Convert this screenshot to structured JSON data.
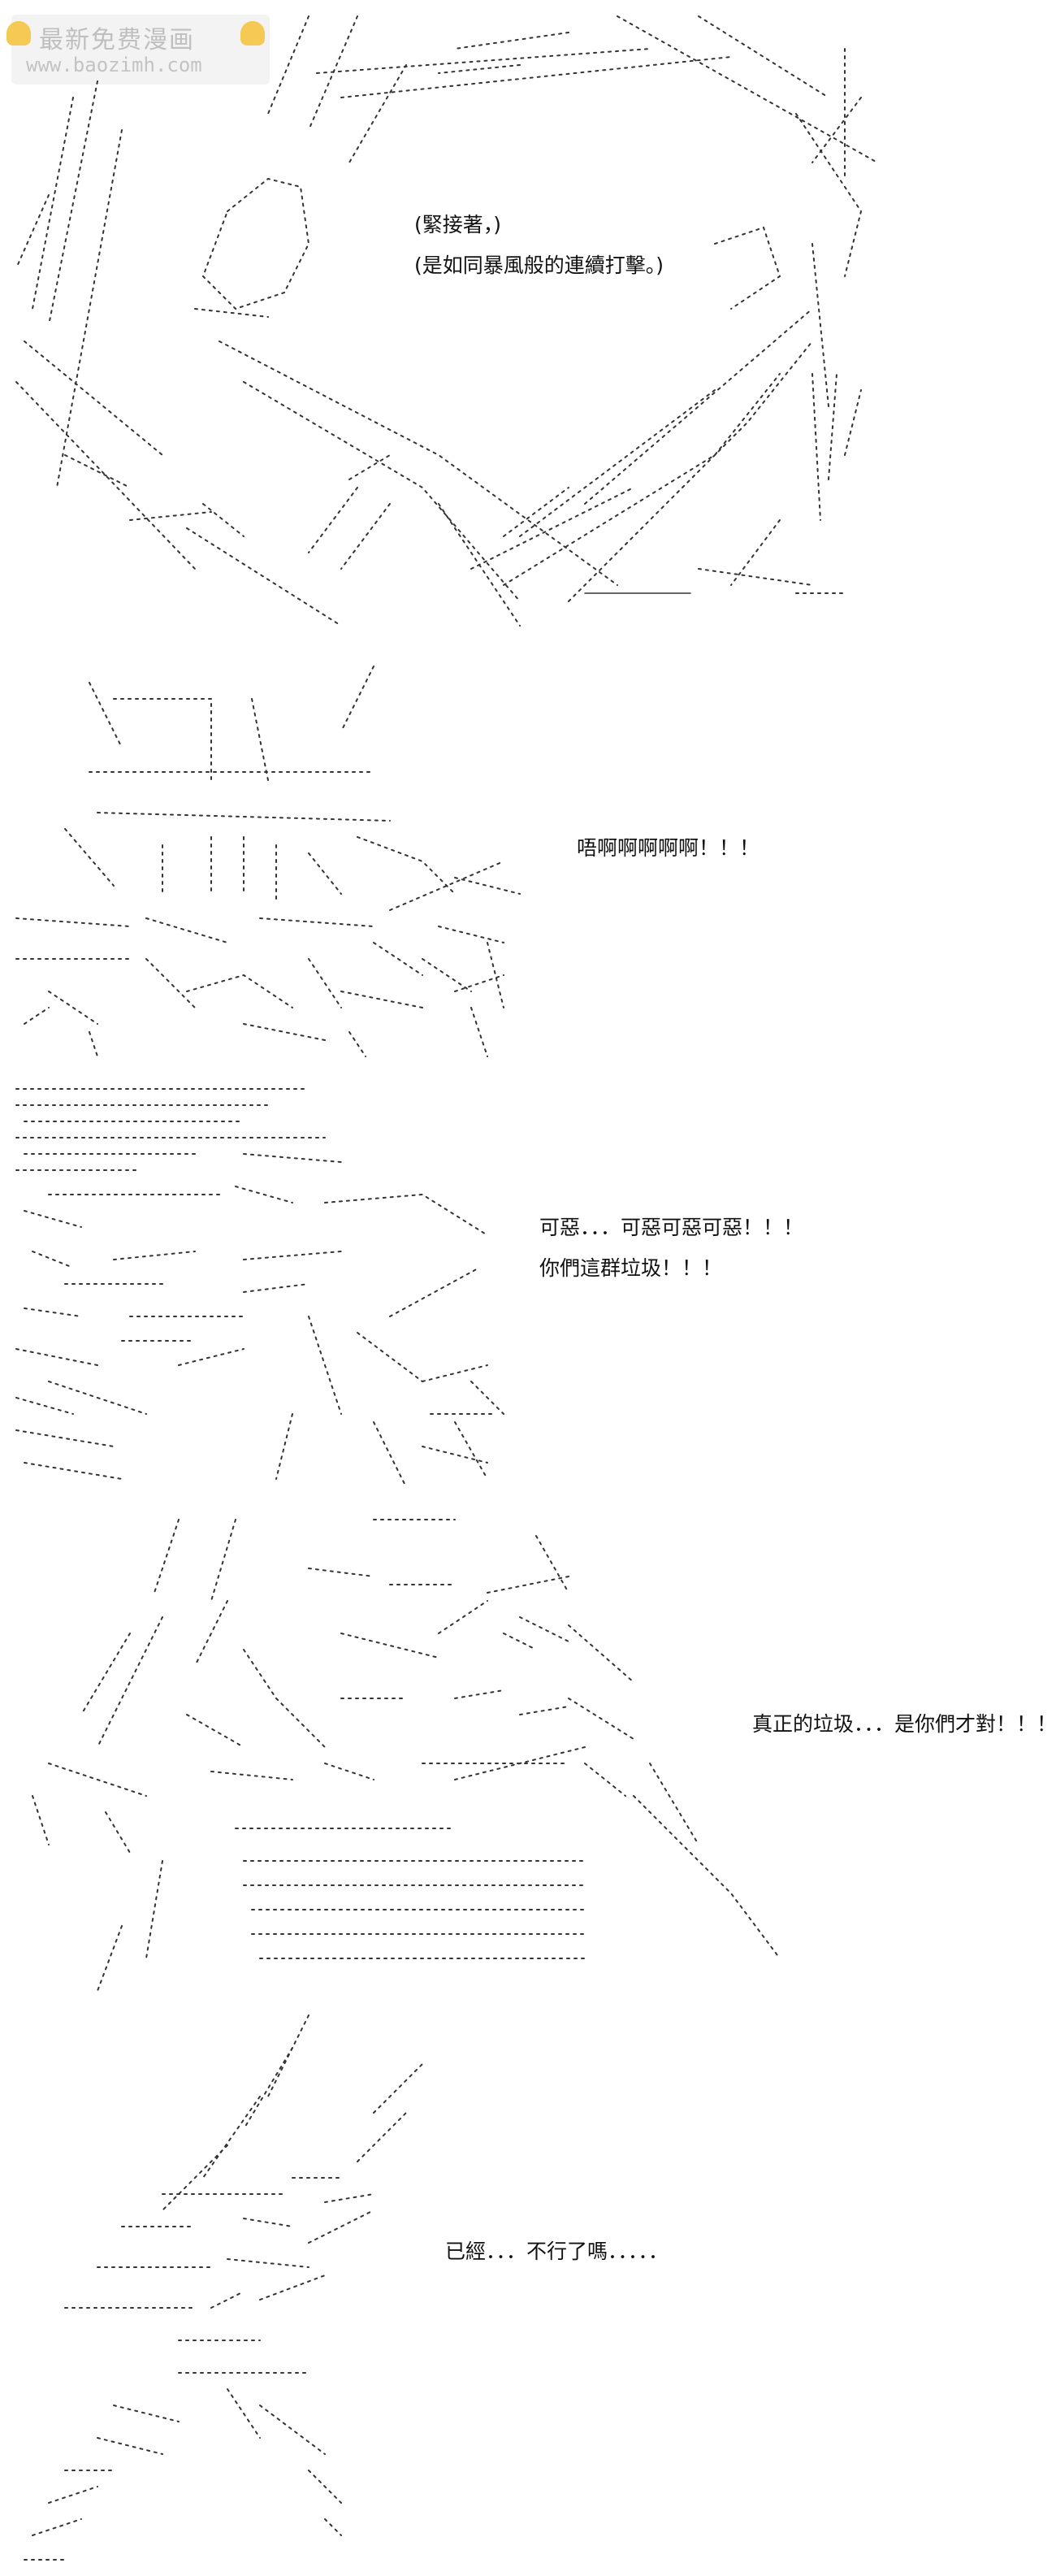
{
  "watermark": {
    "title": "最新免费漫画",
    "url": "www.baozimh.com"
  },
  "panels": [
    {
      "id": "p1",
      "lines": [
        "(緊接著，)",
        "(是如同暴風般的連續打擊。)"
      ]
    },
    {
      "id": "p2",
      "lines": [
        "唔啊啊啊啊啊！！！"
      ]
    },
    {
      "id": "p3",
      "lines": [
        "可惡．．．可惡可惡可惡！！！",
        "你們這群垃圾！！！"
      ]
    },
    {
      "id": "p4",
      "lines": [
        "真正的垃圾．．．是你們才對！！！"
      ]
    },
    {
      "id": "p5",
      "lines": [
        "已經．．．不行了嗎．．．．．"
      ]
    }
  ]
}
